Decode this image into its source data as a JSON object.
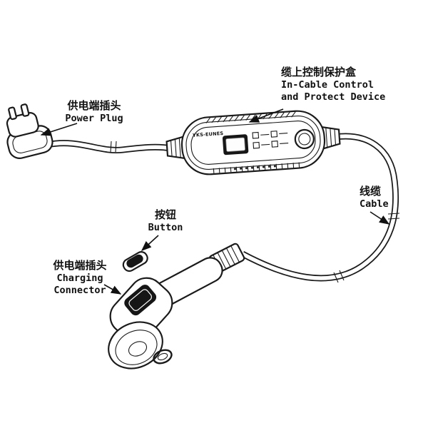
{
  "page": {
    "background": "#ffffff",
    "ink_color": "#1a1a1a"
  },
  "device": {
    "brand": "YKS-EUNES"
  },
  "labels": {
    "power_plug": {
      "zh": "供电端插头",
      "en": "Power Plug"
    },
    "control_box": {
      "zh": "缆上控制保护盒",
      "en_line1": "In-Cable Control",
      "en_line2": "and Protect Device"
    },
    "cable": {
      "zh": "线缆",
      "en": "Cable"
    },
    "button": {
      "zh": "按钮",
      "en": "Button"
    },
    "charging_connector": {
      "zh": "供电端插头",
      "en_line1": "Charging",
      "en_line2": "Connector"
    }
  }
}
